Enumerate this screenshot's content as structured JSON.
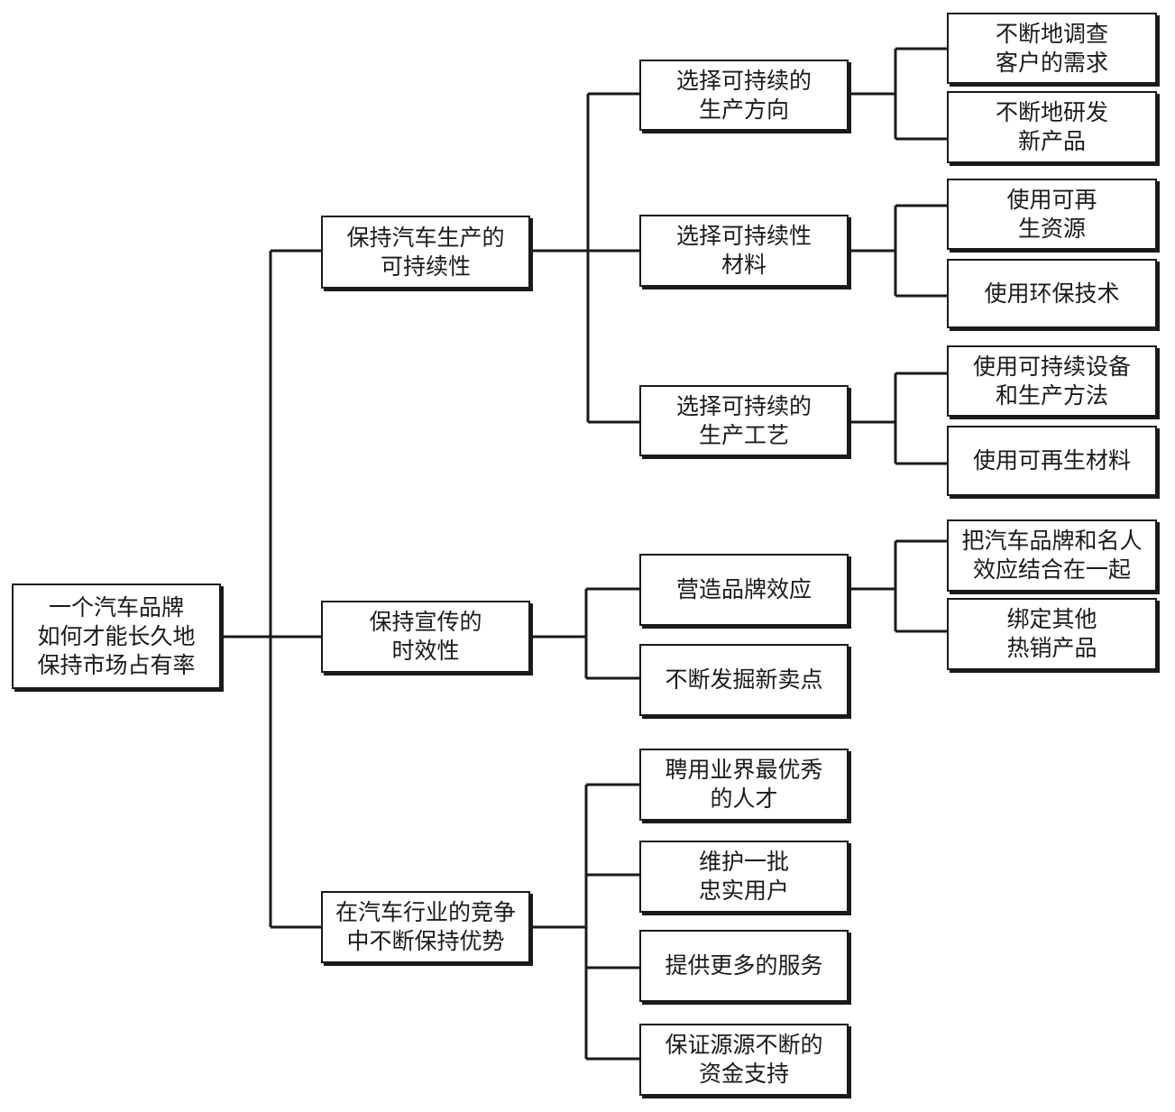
{
  "root": {
    "lines": [
      "一个汽车品牌",
      "如何才能长久地",
      "保持市场占有率"
    ]
  },
  "branches": [
    {
      "lines": [
        "保持汽车生产的",
        "可持续性"
      ],
      "children": [
        {
          "lines": [
            "选择可持续的",
            "生产方向"
          ],
          "leaves": [
            {
              "lines": [
                "不断地调查",
                "客户的需求"
              ]
            },
            {
              "lines": [
                "不断地研发",
                "新产品"
              ]
            }
          ]
        },
        {
          "lines": [
            "选择可持续性",
            "材料"
          ],
          "leaves": [
            {
              "lines": [
                "使用可再",
                "生资源"
              ]
            },
            {
              "lines": [
                "使用环保技术"
              ]
            }
          ]
        },
        {
          "lines": [
            "选择可持续的",
            "生产工艺"
          ],
          "leaves": [
            {
              "lines": [
                "使用可持续设备",
                "和生产方法"
              ]
            },
            {
              "lines": [
                "使用可再生材料"
              ]
            }
          ]
        }
      ]
    },
    {
      "lines": [
        "保持宣传的",
        "时效性"
      ],
      "children": [
        {
          "lines": [
            "营造品牌效应"
          ],
          "leaves": [
            {
              "lines": [
                "把汽车品牌和名人",
                "效应结合在一起"
              ]
            },
            {
              "lines": [
                "绑定其他",
                "热销产品"
              ]
            }
          ]
        },
        {
          "lines": [
            "不断发掘新卖点"
          ]
        }
      ]
    },
    {
      "lines": [
        "在汽车行业的竞争",
        "中不断保持优势"
      ],
      "children": [
        {
          "lines": [
            "聘用业界最优秀",
            "的人才"
          ]
        },
        {
          "lines": [
            "维护一批",
            "忠实用户"
          ]
        },
        {
          "lines": [
            "提供更多的服务"
          ]
        },
        {
          "lines": [
            "保证源源不断的",
            "资金支持"
          ]
        }
      ]
    }
  ]
}
